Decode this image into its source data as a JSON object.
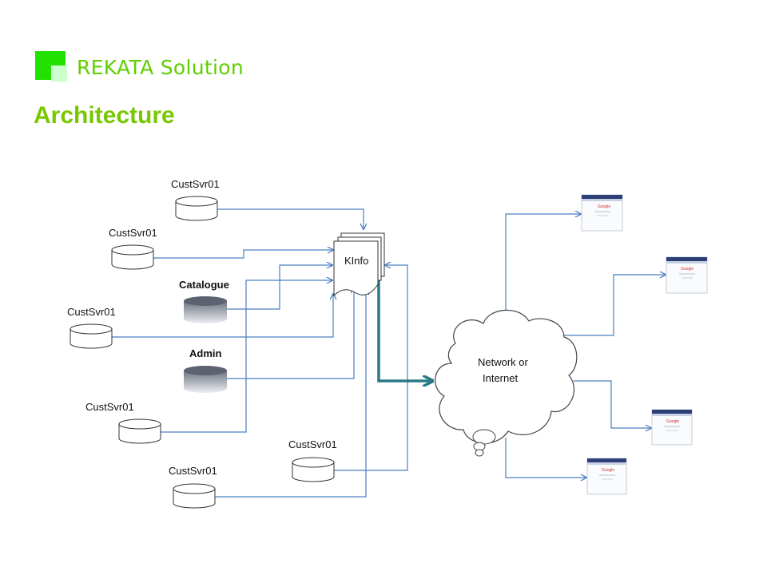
{
  "brand": {
    "name": "REKATA Solution"
  },
  "page": {
    "title": "Architecture"
  },
  "diagram": {
    "central_node": "KInfo",
    "cloud_label_line1": "Network or",
    "cloud_label_line2": "Internet",
    "servers": [
      {
        "label": "CustSvr01"
      },
      {
        "label": "CustSvr01"
      },
      {
        "label": "CustSvr01"
      },
      {
        "label": "CustSvr01"
      },
      {
        "label": "CustSvr01"
      },
      {
        "label": "CustSvr01"
      }
    ],
    "databases": [
      {
        "label": "Catalogue"
      },
      {
        "label": "Admin"
      }
    ],
    "clients": [
      {
        "label": "Google"
      },
      {
        "label": "Google"
      },
      {
        "label": "Google"
      },
      {
        "label": "Google"
      }
    ]
  }
}
